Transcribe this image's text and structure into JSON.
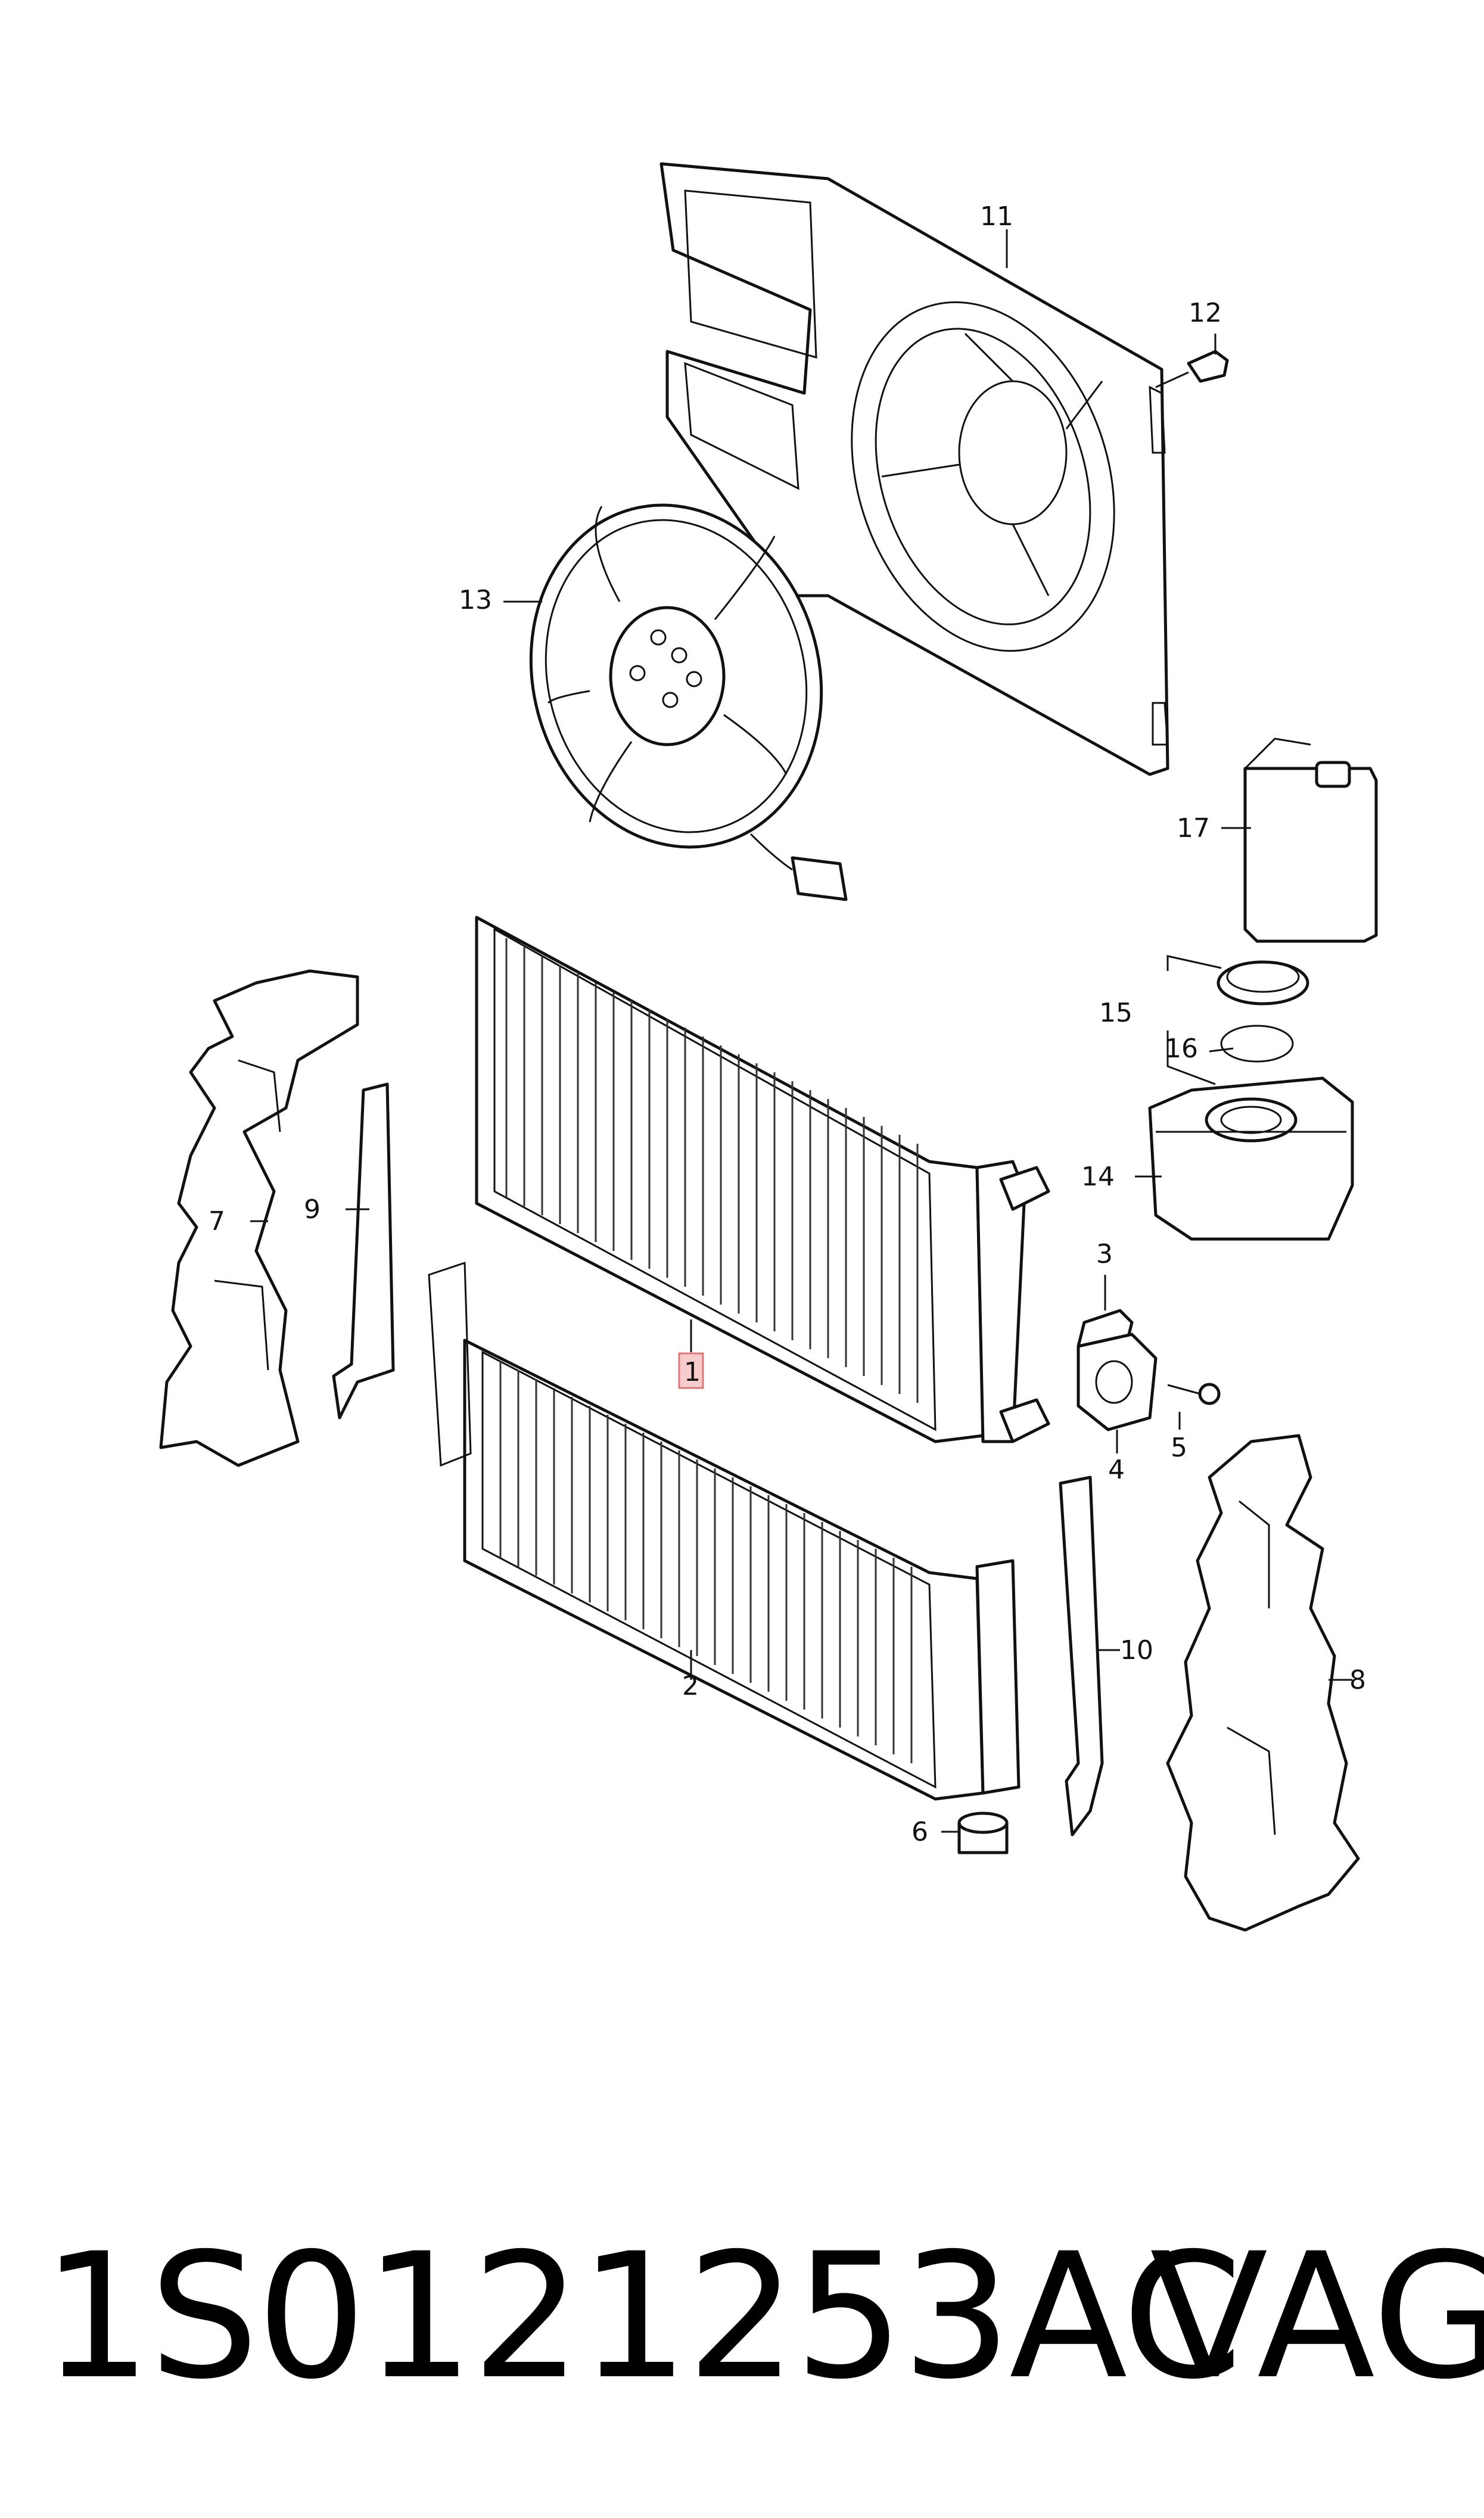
{
  "diagram": {
    "callouts": {
      "c1": "1",
      "c2": "2",
      "c3": "3",
      "c4": "4",
      "c5": "5",
      "c6": "6",
      "c7": "7",
      "c8": "8",
      "c9": "9",
      "c10": "10",
      "c11": "11",
      "c12": "12",
      "c13": "13",
      "c14": "14",
      "c15": "15",
      "c16": "16",
      "c17": "17"
    }
  },
  "footer": {
    "part_number": "1S0121253AC",
    "brand": "VAG"
  }
}
